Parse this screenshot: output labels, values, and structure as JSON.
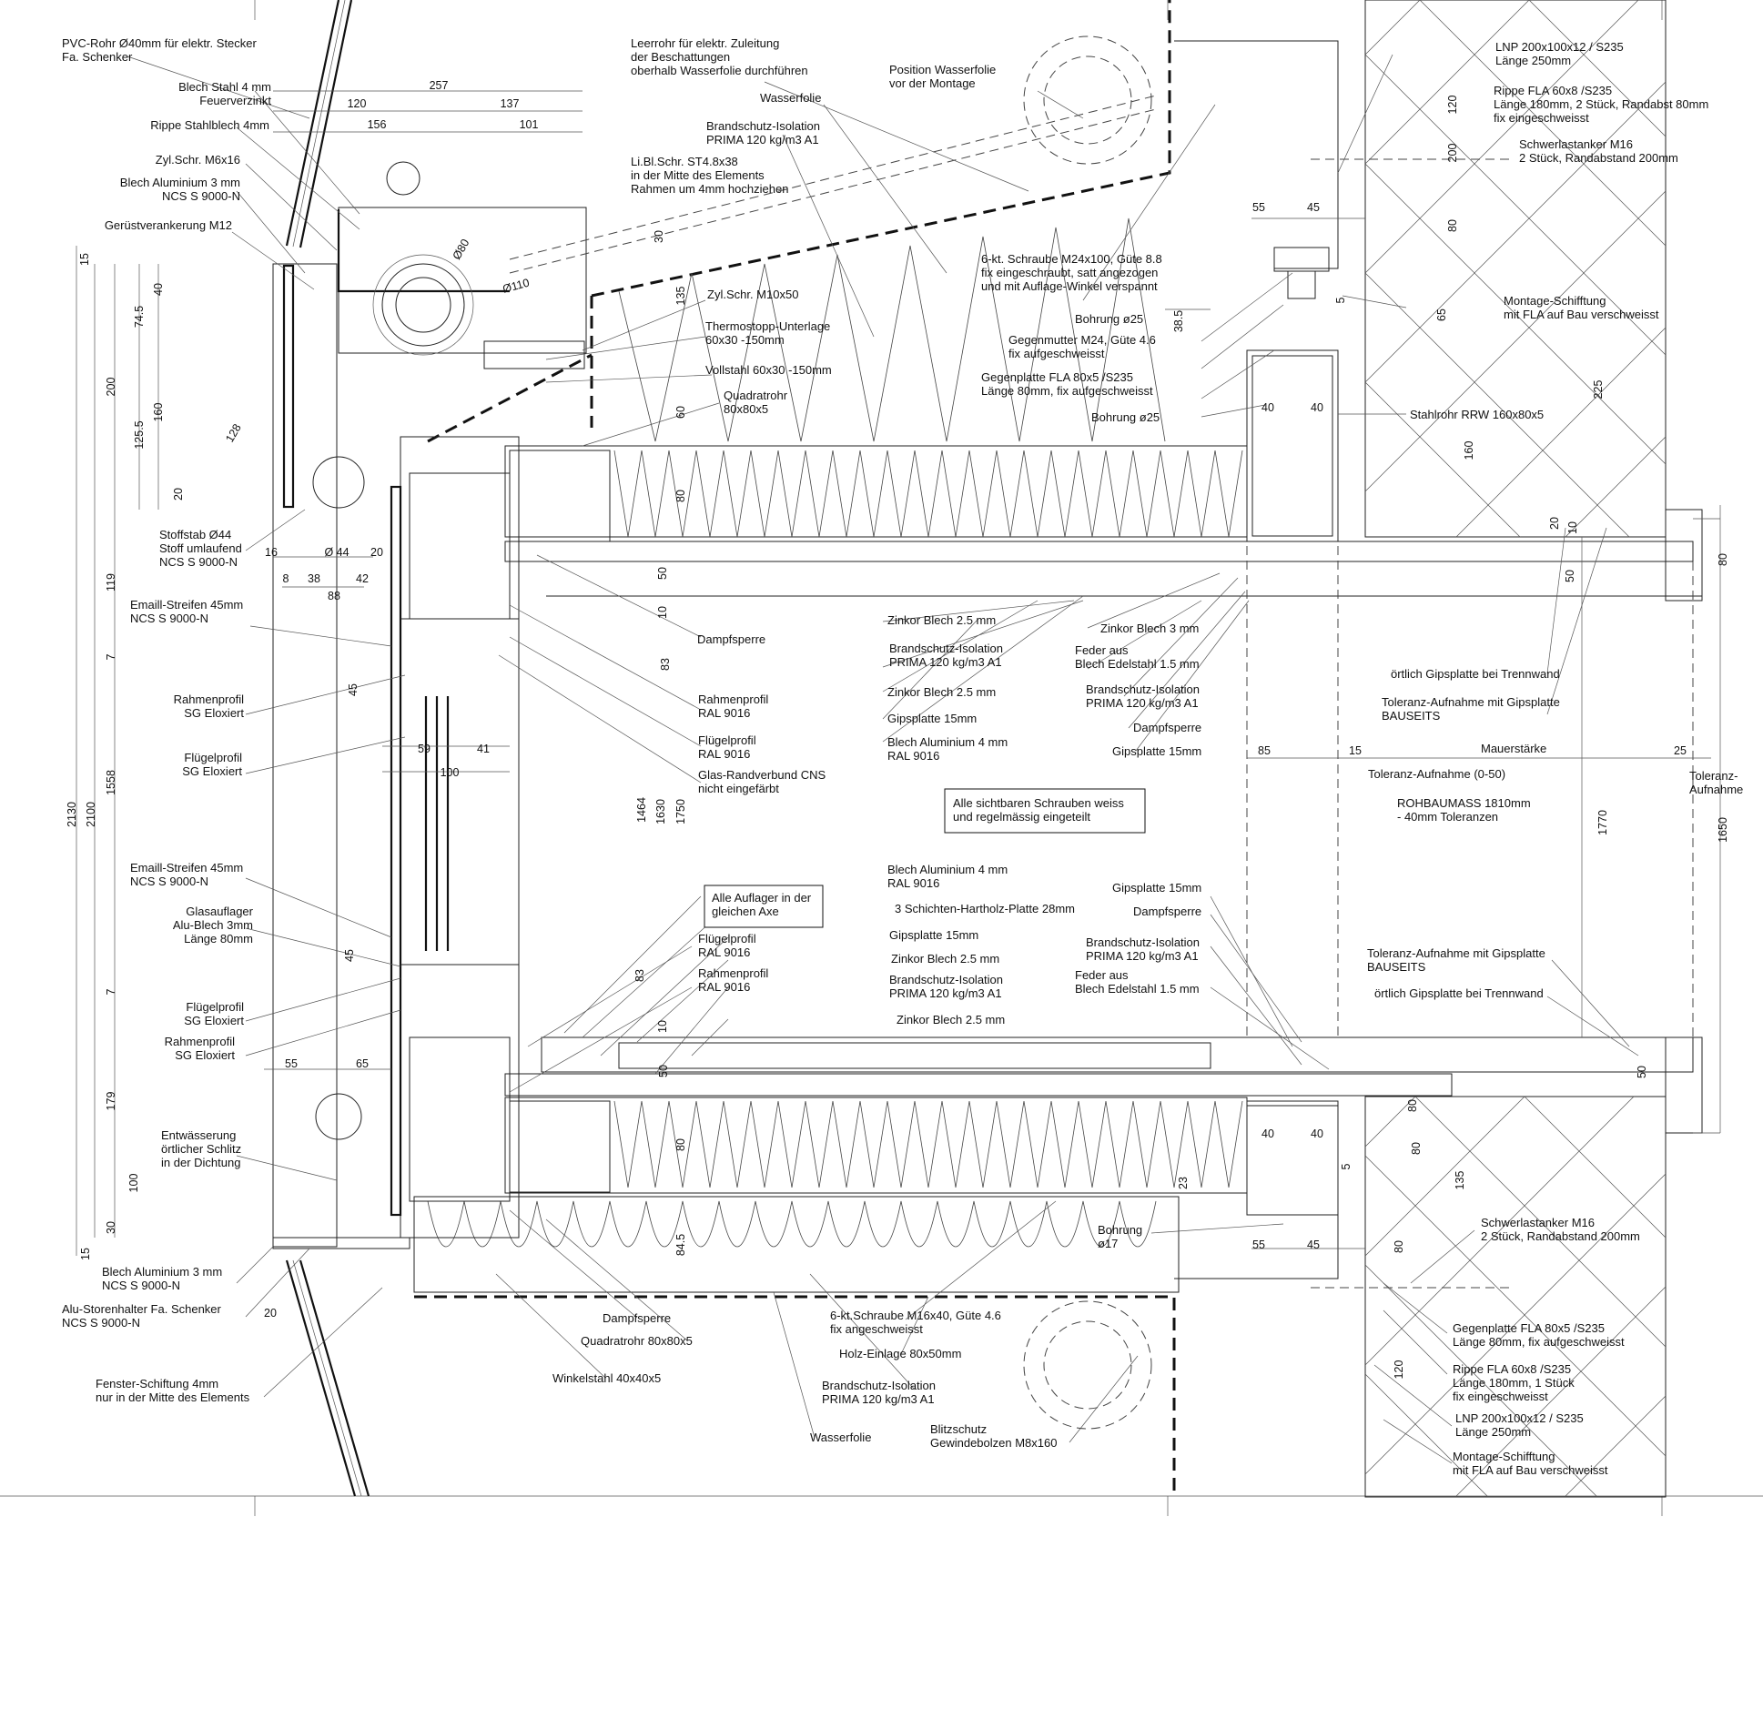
{
  "annotations": {
    "pvc_rohr": [
      "PVC-Rohr Ø40mm für elektr. Stecker",
      "Fa. Schenker"
    ],
    "blech_stahl": [
      "Blech Stahl 4 mm",
      "Feuerverzinkt"
    ],
    "rippe_stahlblech": [
      "Rippe Stahlblech 4mm"
    ],
    "zyl_schr_m6": [
      "Zyl.Schr. M6x16"
    ],
    "blech_alu_top": [
      "Blech Aluminium 3 mm",
      "NCS S 9000-N"
    ],
    "geruestverankerung": [
      "Gerüstverankerung M12"
    ],
    "stoffstab": [
      "Stoffstab Ø44",
      "Stoff umlaufend",
      "NCS S 9000-N"
    ],
    "emaill_1": [
      "Emaill-Streifen 45mm",
      "NCS S 9000-N"
    ],
    "rahmenprofil_sg_1": [
      "Rahmenprofil",
      "SG Eloxiert"
    ],
    "fluegelprofil_sg_1": [
      "Flügelprofil",
      "SG Eloxiert"
    ],
    "emaill_2": [
      "Emaill-Streifen 45mm",
      "NCS S 9000-N"
    ],
    "glasauflager": [
      "Glasauflager",
      "Alu-Blech 3mm",
      "Länge 80mm"
    ],
    "fluegelprofil_sg_2": [
      "Flügelprofil",
      "SG Eloxiert"
    ],
    "rahmenprofil_sg_2": [
      "Rahmenprofil",
      "SG Eloxiert"
    ],
    "entwaesserung": [
      "Entwässerung",
      "örtlicher Schlitz",
      "in der Dichtung"
    ],
    "blech_alu_bottom": [
      "Blech Aluminium 3 mm",
      "NCS S 9000-N"
    ],
    "alu_storenhalter": [
      "Alu-Storenhalter Fa. Schenker",
      "NCS S 9000-N"
    ],
    "fenster_schiftung": [
      "Fenster-Schiftung 4mm",
      "nur in der Mitte des Elements"
    ],
    "leerrohr": [
      "Leerrohr für elektr. Zuleitung",
      "der Beschattungen",
      "oberhalb Wasserfolie durchführen"
    ],
    "wasserfolie_top": [
      "Wasserfolie"
    ],
    "brandschutz_top": [
      "Brandschutz-Isolation",
      "PRIMA 120 kg/m3 A1"
    ],
    "li_bl_schr": [
      "Li.Bl.Schr. ST4.8x38",
      "in der Mitte des Elements",
      "Rahmen um 4mm hochziehen"
    ],
    "position_wasserfolie": [
      "Position Wasserfolie",
      "vor der Montage"
    ],
    "zyl_schr_m10": [
      "Zyl.Schr. M10x50"
    ],
    "thermostopp": [
      "Thermostopp-Unterlage",
      "60x30 -150mm"
    ],
    "vollstahl": [
      "Vollstahl 60x30 -150mm"
    ],
    "quadratrohr_top": [
      "Quadratrohr",
      "80x80x5"
    ],
    "kt_schraube_m24": [
      "6-kt. Schraube M24x100, Güte 8.8",
      "fix eingeschraubt, satt angezogen",
      "und mit Auflage-Winkel verspannt"
    ],
    "bohrung_25_a": [
      "Bohrung ø25"
    ],
    "gegenmutter": [
      "Gegenmutter M24, Güte 4.6",
      "fix aufgeschweisst"
    ],
    "gegenplatte_top": [
      "Gegenplatte FLA 80x5 /S235",
      "Länge 80mm, fix aufgeschweisst"
    ],
    "bohrung_25_b": [
      "Bohrung ø25"
    ],
    "lnp_top": [
      "LNP 200x100x12 / S235",
      "Länge 250mm"
    ],
    "rippe_fla_top": [
      "Rippe FLA 60x8 /S235",
      "Länge 180mm, 2 Stück, Randabst 80mm",
      "fix eingeschweisst"
    ],
    "schwerlastanker_top": [
      "Schwerlastanker M16",
      "2 Stück, Randabstand 200mm"
    ],
    "montage_schifftung_top": [
      "Montage-Schifftung",
      "mit FLA auf Bau verschweisst"
    ],
    "stahlrohr_rrw": [
      "Stahlrohr RRW 160x80x5"
    ],
    "dampfsperre_mid": [
      "Dampfsperre"
    ],
    "rahmenprofil_ral_1": [
      "Rahmenprofil",
      "RAL 9016"
    ],
    "fluegelprofil_ral_1": [
      "Flügelprofil",
      "RAL 9016"
    ],
    "glas_randverbund": [
      "Glas-Randverbund CNS",
      "nicht eingefärbt"
    ],
    "zinkor_mid_1": [
      "Zinkor Blech 2.5 mm"
    ],
    "brandschutz_mid": [
      "Brandschutz-Isolation",
      "PRIMA 120 kg/m3 A1"
    ],
    "zinkor_mid_2": [
      "Zinkor Blech 2.5 mm"
    ],
    "gipsplatte_mid": [
      "Gipsplatte 15mm"
    ],
    "blech_alu_4_mid": [
      "Blech Aluminium 4 mm",
      "RAL 9016"
    ],
    "zinkor_3": [
      "Zinkor Blech 3 mm"
    ],
    "feder_top": [
      "Feder aus",
      "Blech Edelstahl 1.5 mm"
    ],
    "brandschutz_right": [
      "Brandschutz-Isolation",
      "PRIMA 120 kg/m3 A1"
    ],
    "dampfsperre_right": [
      "Dampfsperre"
    ],
    "gipsplatte_right": [
      "Gipsplatte 15mm"
    ],
    "oertlich_gips_top": [
      "örtlich Gipsplatte bei Trennwand"
    ],
    "toleranz_gips_top": [
      "Toleranz-Aufnahme mit Gipsplatte",
      "BAUSEITS"
    ],
    "mauerstaerke": [
      "Mauerstärke"
    ],
    "toleranz_0_50": [
      "Toleranz-Aufnahme (0-50)"
    ],
    "toleranz_aufnahme": [
      "Toleranz-",
      "Aufnahme"
    ],
    "rohbaumass": [
      "ROHBAUMASS 1810mm",
      "- 40mm Toleranzen"
    ],
    "schrauben_note": [
      "Alle sichtbaren Schrauben weiss",
      "und regelmässig eingeteilt"
    ],
    "auflager_note": [
      "Alle Auflager in der",
      "gleichen Axe"
    ],
    "blech_alu_4_low": [
      "Blech Aluminium 4 mm",
      "RAL 9016"
    ],
    "hartholz": [
      "3 Schichten-Hartholz-Platte 28mm"
    ],
    "gipsplatte_low": [
      "Gipsplatte 15mm"
    ],
    "zinkor_low_1": [
      "Zinkor Blech 2.5 mm"
    ],
    "brandschutz_low": [
      "Brandschutz-Isolation",
      "PRIMA 120 kg/m3 A1"
    ],
    "zinkor_low_2": [
      "Zinkor Blech 2.5 mm"
    ],
    "fluegelprofil_ral_2": [
      "Flügelprofil",
      "RAL 9016"
    ],
    "rahmenprofil_ral_2": [
      "Rahmenprofil",
      "RAL 9016"
    ],
    "gipsplatte_low_r": [
      "Gipsplatte 15mm"
    ],
    "dampfsperre_low_r": [
      "Dampfsperre"
    ],
    "brandschutz_low_r": [
      "Brandschutz-Isolation",
      "PRIMA 120 kg/m3 A1"
    ],
    "feder_low": [
      "Feder aus",
      "Blech Edelstahl 1.5 mm"
    ],
    "toleranz_gips_low": [
      "Toleranz-Aufnahme mit Gipsplatte",
      "BAUSEITS"
    ],
    "oertlich_gips_low": [
      "örtlich Gipsplatte bei Trennwand"
    ],
    "bohrung_17": [
      "Bohrung",
      "ø17"
    ],
    "schwerlastanker_low": [
      "Schwerlastanker M16",
      "2 Stück, Randabstand 200mm"
    ],
    "dampfsperre_bottom": [
      "Dampfsperre"
    ],
    "quadratrohr_bottom": [
      "Quadratrohr 80x80x5"
    ],
    "winkelstahl": [
      "Winkelstahl 40x40x5"
    ],
    "kt_schraube_m16": [
      "6-kt.Schraube M16x40, Güte 4.6",
      "fix angeschweisst"
    ],
    "holz_einlage": [
      "Holz-Einlage 80x50mm"
    ],
    "brandschutz_bottom": [
      "Brandschutz-Isolation",
      "PRIMA 120 kg/m3 A1"
    ],
    "wasserfolie_bottom": [
      "Wasserfolie"
    ],
    "blitzschutz": [
      "Blitzschutz",
      "Gewindebolzen M8x160"
    ],
    "gegenplatte_low": [
      "Gegenplatte FLA 80x5 /S235",
      "Länge 80mm, fix aufgeschweisst"
    ],
    "rippe_fla_low": [
      "Rippe FLA 60x8 /S235",
      "Länge 180mm, 1 Stück",
      "fix eingeschweisst"
    ],
    "lnp_low": [
      "LNP 200x100x12 / S235",
      "Länge 250mm"
    ],
    "montage_schifftung_low": [
      "Montage-Schifftung",
      "mit FLA auf Bau verschweisst"
    ]
  },
  "dimensions": [
    "257",
    "120",
    "137",
    "156",
    "101",
    "Ø80",
    "Ø110",
    "128",
    "15",
    "74.5",
    "40",
    "200",
    "160",
    "125.5",
    "20",
    "16",
    "Ø 44",
    "20",
    "8",
    "38",
    "42",
    "88",
    "119",
    "7",
    "45",
    "59",
    "41",
    "100",
    "2130",
    "2100",
    "1558",
    "45",
    "7",
    "179",
    "55",
    "65",
    "100",
    "30",
    "15",
    "20",
    "30",
    "135",
    "60",
    "80",
    "50",
    "10",
    "83",
    "1464",
    "1630",
    "1750",
    "83",
    "10",
    "50",
    "80",
    "84.5",
    "55",
    "45",
    "38.5",
    "5",
    "40",
    "40",
    "65",
    "225",
    "120",
    "200",
    "80",
    "160",
    "20",
    "10",
    "50",
    "80",
    "85",
    "15",
    "25",
    "1770",
    "1650",
    "23",
    "40",
    "40",
    "80",
    "135",
    "55",
    "45",
    "80",
    "120",
    "80",
    "50",
    "5"
  ]
}
